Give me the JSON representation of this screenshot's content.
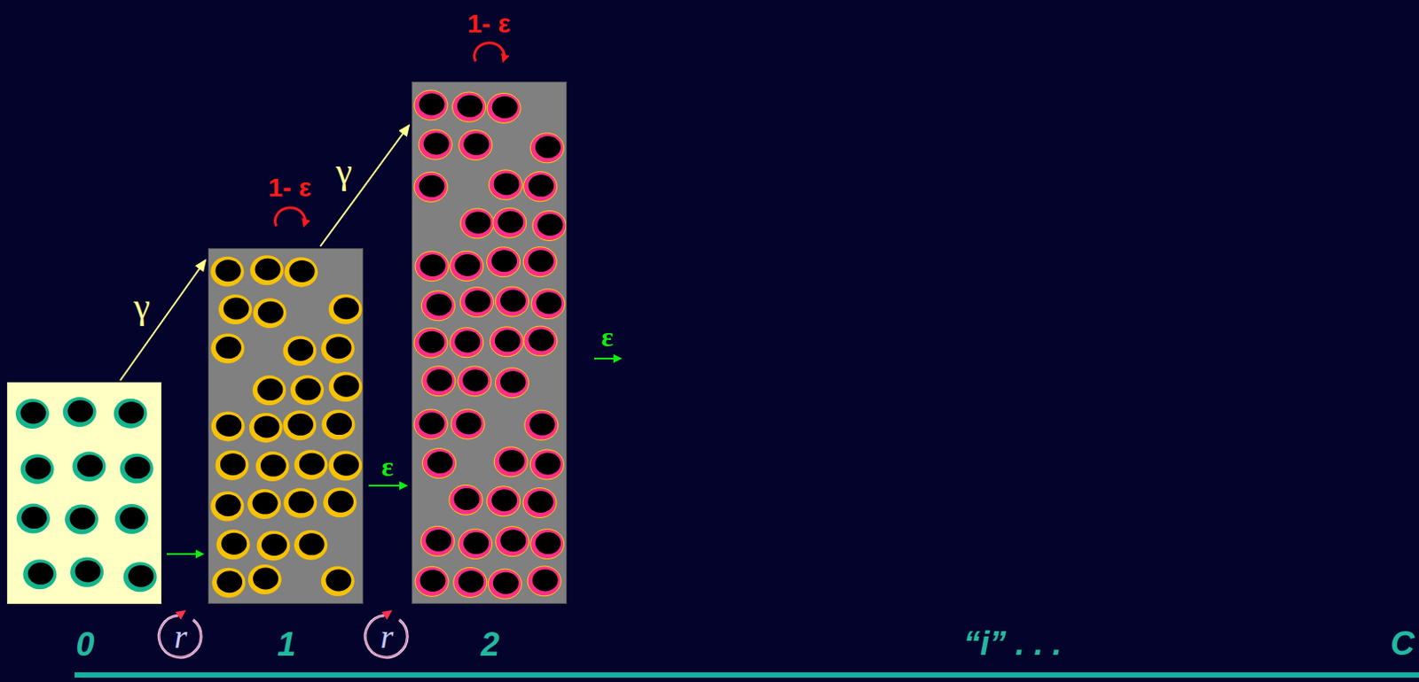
{
  "diagram": {
    "nodes": [
      {
        "text": [
          "0"
        ]
      },
      {
        "text": [
          "1"
        ]
      },
      {
        "text": [
          "2"
        ]
      }
    ],
    "edges": [
      {
        "from": 0,
        "to": 1,
        "arrow": "to"
      },
      {
        "from": 0,
        "to": 1,
        "label": "γ",
        "arrow": "to"
      },
      {
        "from": 1,
        "to": 2,
        "label": "ε",
        "arrow": "to"
      },
      {
        "from": 1,
        "to": 2,
        "label": "γ",
        "arrow": "to"
      }
    ],
    "labels": [
      "1- ε",
      "1- ε",
      "ε",
      "r",
      "r",
      "“i” . . .",
      "C"
    ]
  }
}
